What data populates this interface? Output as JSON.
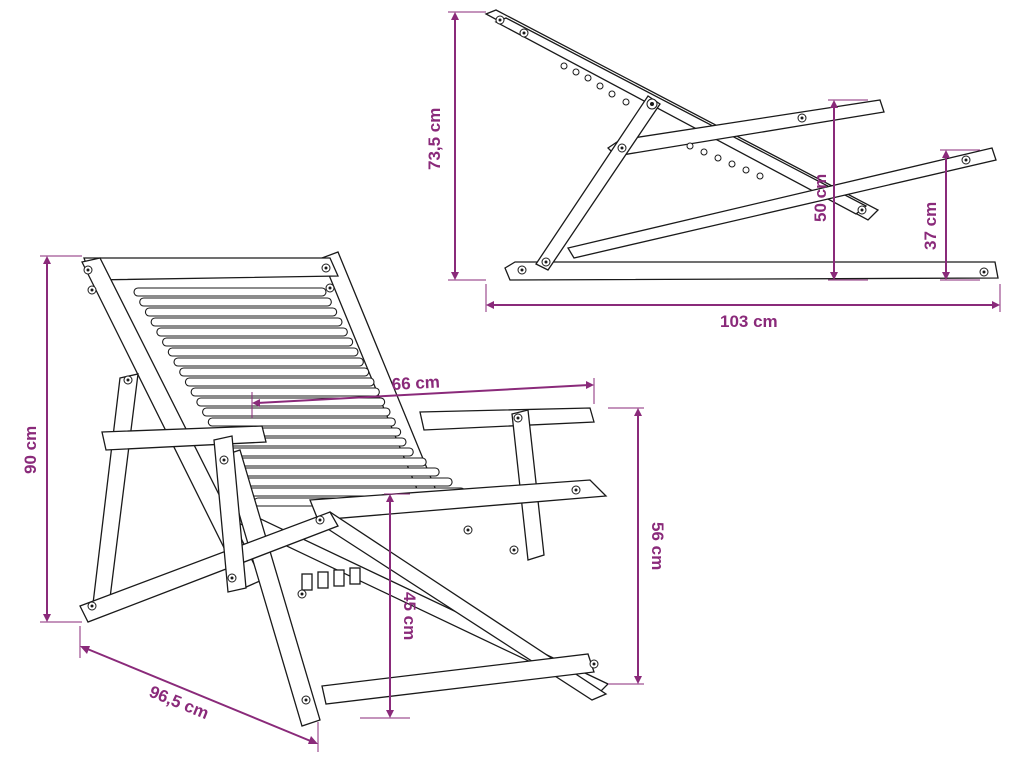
{
  "dimensions": {
    "folded_height": "73,5 cm",
    "folded_length": "103 cm",
    "folded_mid_height": "50 cm",
    "folded_low_height": "37 cm",
    "chair_height": "90 cm",
    "chair_depth": "96,5 cm",
    "chair_width": "66 cm",
    "seat_height": "45 cm",
    "armrest_height": "56 cm"
  },
  "colors": {
    "dimension": "#8a2a7a",
    "outline": "#1a1a1a",
    "background": "#ffffff"
  }
}
